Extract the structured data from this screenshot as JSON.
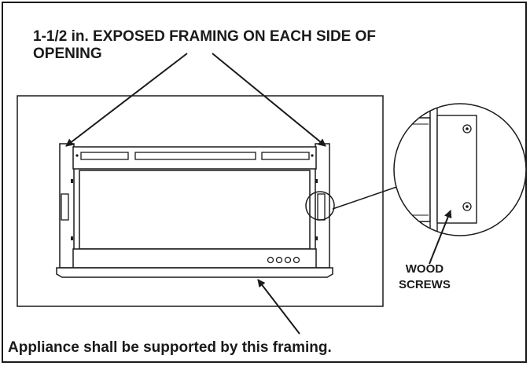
{
  "labels": {
    "framing_line1": "1-1/2 in. EXPOSED FRAMING ON EACH SIDE OF",
    "framing_line2": "OPENING",
    "wood": "WOOD",
    "screws": "SCREWS",
    "support_note": "Appliance shall be supported by this framing."
  },
  "colors": {
    "line": "#1a1a1a",
    "fill_light": "#f2f2f2",
    "background": "#ffffff"
  }
}
